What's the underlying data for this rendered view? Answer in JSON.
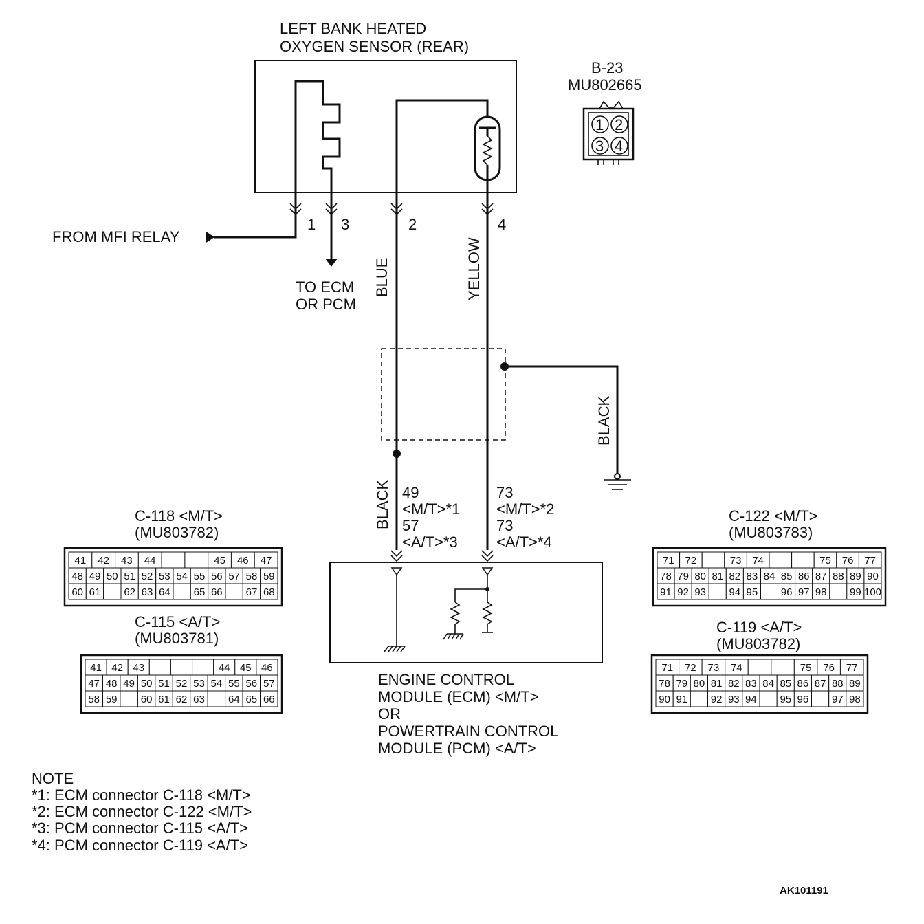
{
  "sensor": {
    "title_line1": "LEFT BANK HEATED",
    "title_line2": "OXYGEN SENSOR (REAR)"
  },
  "sensor_connector": {
    "code": "B-23",
    "part": "MU802665",
    "pins": [
      "1",
      "2",
      "3",
      "4"
    ]
  },
  "wiring": {
    "from_relay": "FROM MFI RELAY",
    "to_ecm_line1": "TO ECM",
    "to_ecm_line2": "OR PCM",
    "pin1": "1",
    "pin3": "3",
    "pin2": "2",
    "pin4": "4",
    "wire_blue": "BLUE",
    "wire_yellow": "YELLOW",
    "wire_black_shield": "BLACK",
    "wire_black_lower": "BLACK",
    "lbl_49": "49",
    "lbl_mt1": "<M/T>*1",
    "lbl_57": "57",
    "lbl_at3": "<A/T>*3",
    "lbl_73a": "73",
    "lbl_mt2": "<M/T>*2",
    "lbl_73b": "73",
    "lbl_at4": "<A/T>*4"
  },
  "module": {
    "line1": "ENGINE CONTROL",
    "line2": "MODULE (ECM) <M/T>",
    "line3": "OR",
    "line4": "POWERTRAIN CONTROL",
    "line5": "MODULE (PCM) <A/T>"
  },
  "connectors": {
    "c118": {
      "title": "C-118 <M/T>",
      "part": "(MU803782)",
      "rows": [
        [
          "41",
          "42",
          "43",
          "44",
          "",
          "",
          "45",
          "46",
          "47"
        ],
        [
          "48",
          "49",
          "50",
          "51",
          "52",
          "53",
          "54",
          "55",
          "56",
          "57",
          "58",
          "59"
        ],
        [
          "60",
          "61",
          "",
          "62",
          "63",
          "64",
          "",
          "65",
          "66",
          "",
          "67",
          "68"
        ]
      ]
    },
    "c115": {
      "title": "C-115 <A/T>",
      "part": "(MU803781)",
      "rows": [
        [
          "41",
          "42",
          "43",
          "",
          "",
          "",
          "44",
          "45",
          "46"
        ],
        [
          "47",
          "48",
          "49",
          "50",
          "51",
          "52",
          "53",
          "54",
          "55",
          "56",
          "57"
        ],
        [
          "58",
          "59",
          "",
          "60",
          "61",
          "62",
          "63",
          "",
          "64",
          "65",
          "66"
        ]
      ]
    },
    "c122": {
      "title": "C-122 <M/T>",
      "part": "(MU803783)",
      "rows": [
        [
          "71",
          "72",
          "",
          "73",
          "74",
          "",
          "",
          "75",
          "76",
          "77"
        ],
        [
          "78",
          "79",
          "80",
          "81",
          "82",
          "83",
          "84",
          "85",
          "86",
          "87",
          "88",
          "89",
          "90"
        ],
        [
          "91",
          "92",
          "93",
          "",
          "94",
          "95",
          "",
          "96",
          "97",
          "98",
          "",
          "99",
          "100"
        ]
      ]
    },
    "c119": {
      "title": "C-119 <A/T>",
      "part": "(MU803782)",
      "rows": [
        [
          "71",
          "72",
          "73",
          "74",
          "",
          "",
          "75",
          "76",
          "77"
        ],
        [
          "78",
          "79",
          "80",
          "81",
          "82",
          "83",
          "84",
          "85",
          "86",
          "87",
          "88",
          "89"
        ],
        [
          "90",
          "91",
          "",
          "92",
          "93",
          "94",
          "",
          "95",
          "96",
          "",
          "97",
          "98"
        ]
      ]
    }
  },
  "notes": {
    "heading": "NOTE",
    "items": [
      "*1: ECM connector C-118 <M/T>",
      "*2: ECM connector C-122 <M/T>",
      "*3: PCM connector C-115 <A/T>",
      "*4: PCM connector C-119 <A/T>"
    ]
  },
  "figure_id": "AK101191"
}
